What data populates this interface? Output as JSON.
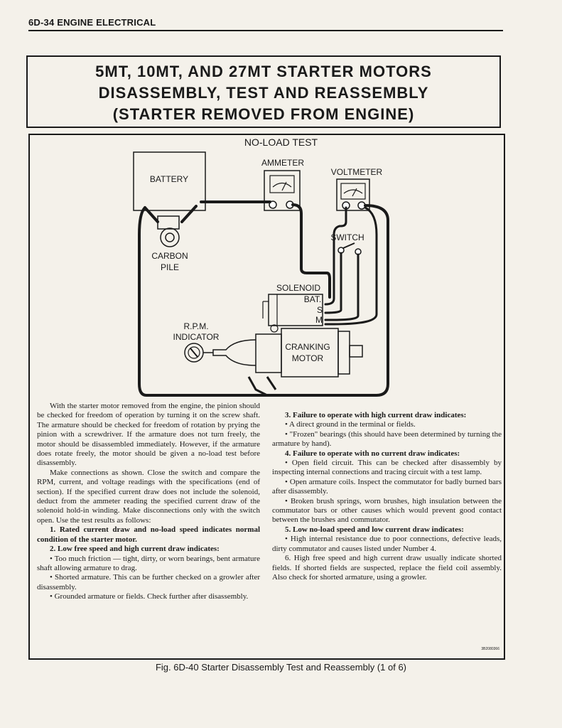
{
  "header": {
    "section": "6D-34 ENGINE ELECTRICAL"
  },
  "title": {
    "line1": "5MT, 10MT, AND 27MT STARTER MOTORS",
    "line2": "DISASSEMBLY, TEST AND REASSEMBLY",
    "line3": "(STARTER REMOVED FROM ENGINE)"
  },
  "diagram": {
    "title": "NO-LOAD TEST",
    "battery": "BATTERY",
    "ammeter": "AMMETER",
    "voltmeter": "VOLTMETER",
    "switch": "SWITCH",
    "carbon": "CARBON",
    "pile": "PILE",
    "solenoid": "SOLENOID",
    "bat": "BAT.",
    "s": "S",
    "m": "M",
    "rpm": "R.P.M.",
    "indicator": "INDICATOR",
    "cranking": "CRANKING",
    "motor": "MOTOR"
  },
  "left_column": {
    "p1": "With the starter motor removed from the engine, the pinion should be checked for freedom of operation by turning it on the screw shaft. The armature should be checked for freedom of rotation by prying the pinion with a screwdriver. If the armature does not turn freely, the motor should be disassembled immediately. However, if the armature does rotate freely, the motor should be given a no-load test before disassembly.",
    "p2": "Make connections as shown. Close the switch and compare the RPM, current, and voltage readings with the specifications (end of section). If the specified current draw does not include the solenoid, deduct from the ammeter reading the specified current draw of the solenoid hold-in winding. Make disconnections only with the switch open. Use the test results as follows:",
    "p3": "1. Rated current draw and no-load speed indicates normal condition of the starter motor.",
    "p4": "2. Low free speed and high current draw indicates:",
    "p5": "• Too much friction — tight, dirty, or worn bearings, bent armature shaft allowing armature to drag.",
    "p6": "• Shorted armature. This can be further checked on a growler after disassembly.",
    "p7": "• Grounded armature or fields. Check further after disassembly."
  },
  "right_column": {
    "p1": "3. Failure to operate with high current draw indicates:",
    "p2": "• A direct ground in the terminal or fields.",
    "p3": "• \"Frozen\" bearings (this should have been determined by turning the armature by hand).",
    "p4": "4. Failure to operate with no current draw indicates:",
    "p5": "• Open field circuit. This can be checked after disassembly by inspecting internal connections and tracing circuit with a test lamp.",
    "p6": "• Open armature coils. Inspect the commutator for badly burned bars after disassembly.",
    "p7": "• Broken brush springs, worn brushes, high insulation between the commutator bars or other causes which would prevent good contact between the brushes and commutator.",
    "p8": "5. Low no-load speed and low current draw indicates:",
    "p9": "• High internal resistance due to poor connections, defective leads, dirty commutator and causes listed under Number 4.",
    "p10": "6. High free speed and high current draw usually indicate shorted fields. If shorted fields are suspected, replace the field coil assembly. Also check for shorted armature, using a growler."
  },
  "figure": {
    "ref_code": "3B2080366",
    "caption": "Fig. 6D-40 Starter Disassembly Test and Reassembly (1 of 6)"
  }
}
